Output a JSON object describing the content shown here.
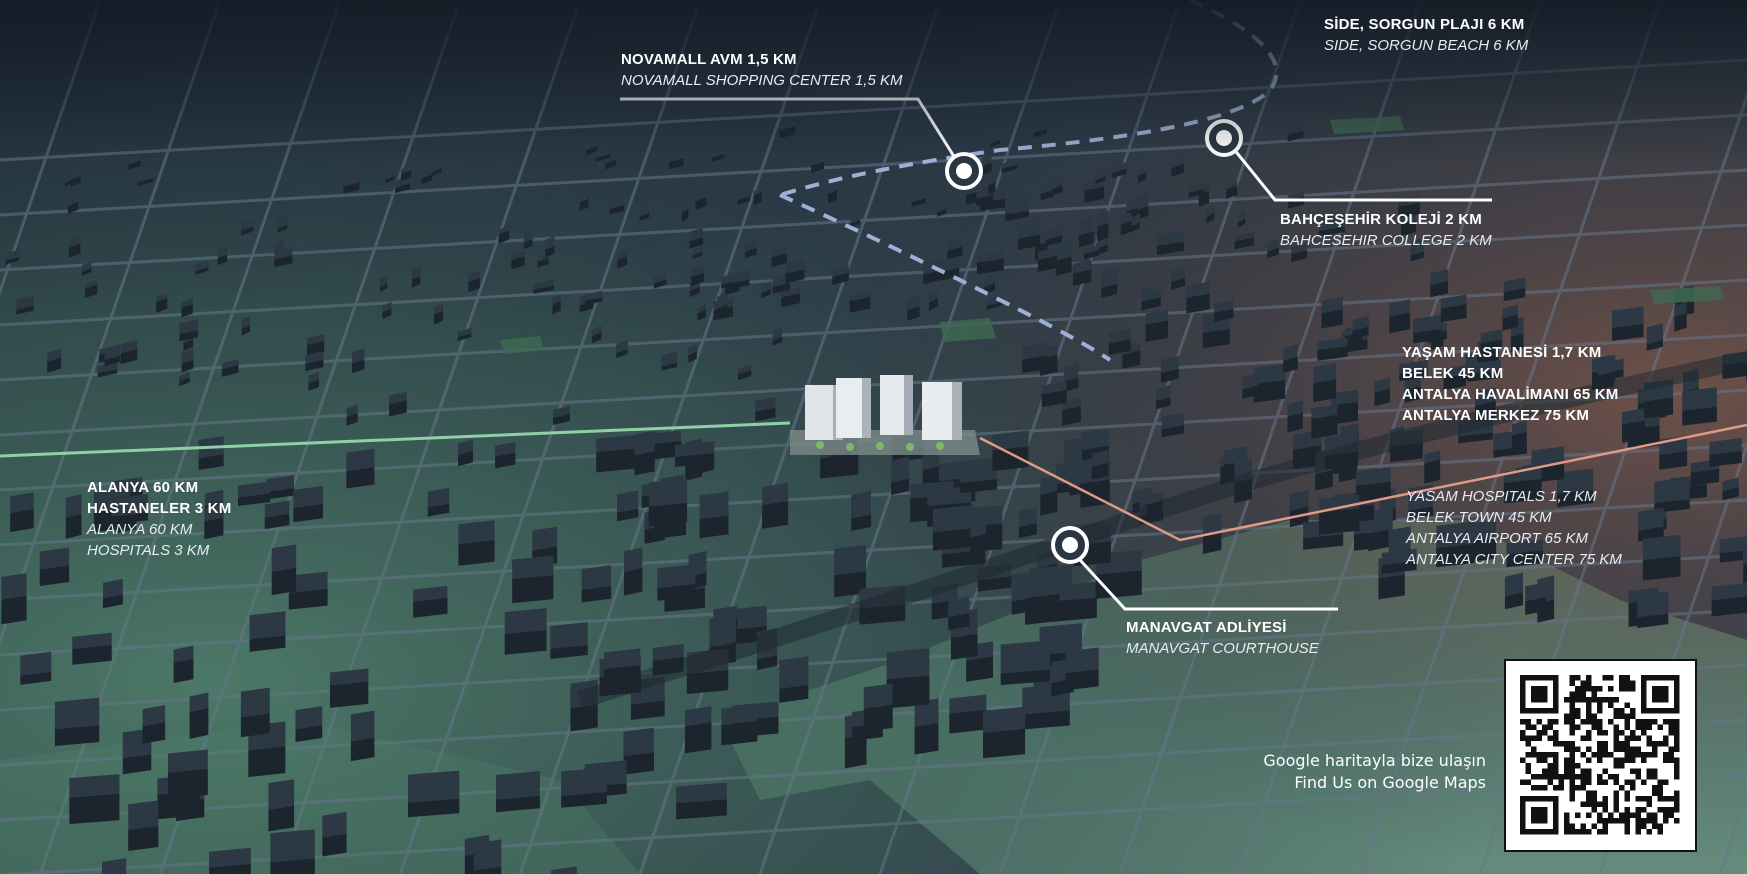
{
  "map": {
    "colors": {
      "top_sky": "#1b2632",
      "ground_green": "#4c7a66",
      "ground_dark": "#24313d",
      "warm_east": "#6a4a3f",
      "road_light": "#6b7a8f",
      "route_dashed": "#9fb0d8",
      "route_green": "#8fd0a6",
      "route_orange": "#e09a86",
      "building": "#2a3540",
      "building_dark": "#1d262f",
      "park": "#3f6a52"
    },
    "markers": [
      {
        "name": "novamall-marker"
      },
      {
        "name": "bahcesehir-marker"
      },
      {
        "name": "manavgat-marker"
      }
    ]
  },
  "labels": {
    "side": {
      "tr": "SİDE, SORGUN PLAJI 6 KM",
      "en": "SIDE, SORGUN BEACH 6 KM"
    },
    "novamall": {
      "tr": "NOVAMALL AVM 1,5 KM",
      "en": "NOVAMALL SHOPPING CENTER 1,5 KM"
    },
    "bahcesehir": {
      "tr": "BAHÇEŞEHİR KOLEJİ 2 KM",
      "en": "BAHCESEHIR COLLEGE 2 KM"
    },
    "east_tr": [
      "YAŞAM HASTANESİ 1,7 KM",
      "BELEK 45 KM",
      "ANTALYA HAVALİMANI 65 KM",
      "ANTALYA MERKEZ 75 KM"
    ],
    "east_en": [
      "YASAM HOSPITALS 1,7 KM",
      "BELEK TOWN 45 KM",
      "ANTALYA AIRPORT 65 KM",
      "ANTALYA CITY CENTER 75 KM"
    ],
    "west_tr": [
      "ALANYA 60 KM",
      "HASTANELER 3 KM"
    ],
    "west_en": [
      "ALANYA 60 KM",
      "HOSPITALS 3 KM"
    ],
    "manavgat": {
      "tr": "MANAVGAT ADLİYESİ",
      "en": "MANAVGAT COURTHOUSE"
    }
  },
  "google_maps": {
    "line1": "Google haritayla bize ulaşın",
    "line2": "Find Us on Google Maps",
    "qr_icon": "qr-code-icon"
  }
}
